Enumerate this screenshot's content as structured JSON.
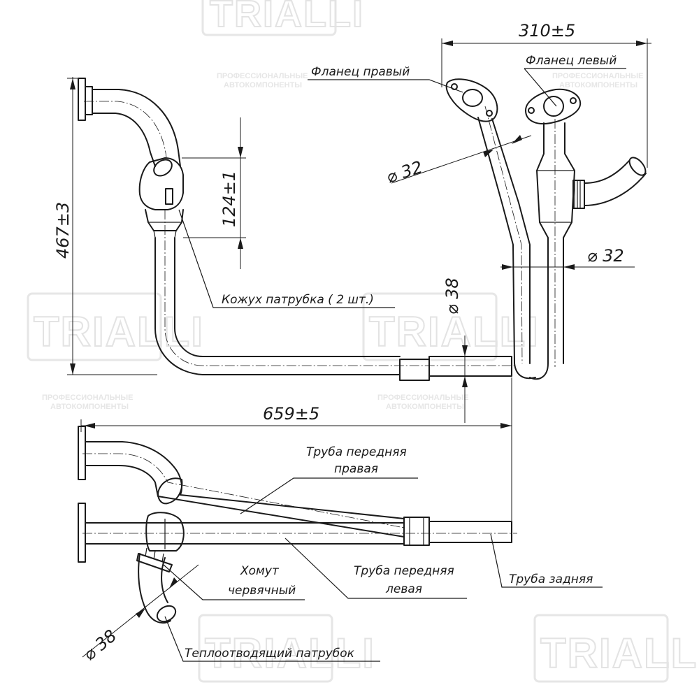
{
  "watermark": {
    "brand": "TRIALLI",
    "tagline_line1": "ПРОФЕССИОНАЛЬНЫЕ",
    "tagline_line2": "АВТОКОМПОНЕНТЫ"
  },
  "dimensions": {
    "width_top": "310±5",
    "height_total": "467±3",
    "height_cover": "124±1",
    "length_total": "659±5",
    "dia_right": "⌀ 32",
    "dia_left": "⌀ 32",
    "dia_tail": "⌀ 38",
    "dia_branch": "⌀ 38"
  },
  "labels": {
    "flange_right": "Фланец правый",
    "flange_left": "Фланец левый",
    "pipe_cover": "Кожух патрубка ( 2 шт.)",
    "front_right_line1": "Труба передняя",
    "front_right_line2": "правая",
    "front_left_line1": "Труба передняя",
    "front_left_line2": "левая",
    "rear_pipe": "Труба задняя",
    "clamp_line1": "Хомут",
    "clamp_line2": "червячный",
    "heat_branch": "Теплоотводящий патрубок"
  },
  "colors": {
    "line": "#1a1a1a",
    "watermark": "#e6e6e6"
  }
}
